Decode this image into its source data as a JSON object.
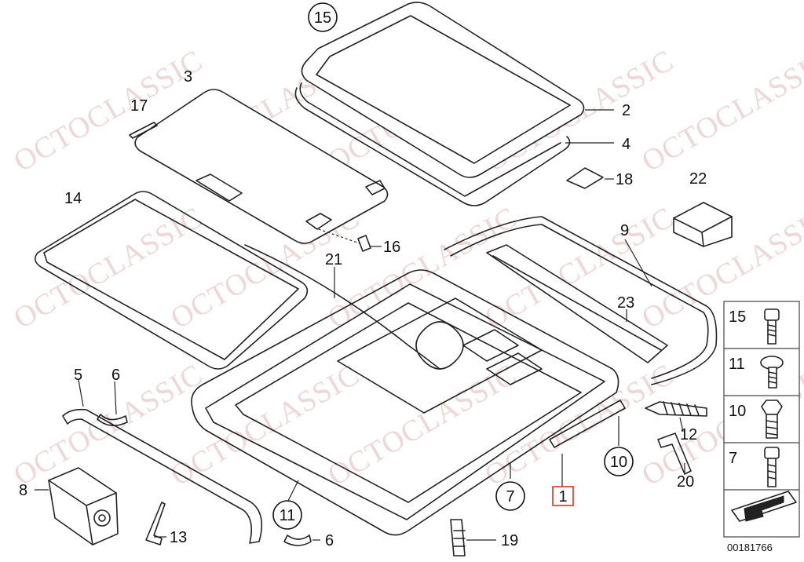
{
  "watermark": "OCTOCLASSIC",
  "diagram_id": "00181766",
  "callouts": {
    "p1": "1",
    "p2": "2",
    "p3": "3",
    "p4": "4",
    "p5": "5",
    "p6a": "6",
    "p6b": "6",
    "p7": "7",
    "p8": "8",
    "p9": "9",
    "p10": "10",
    "p11": "11",
    "p12": "12",
    "p13": "13",
    "p14": "14",
    "p15": "15",
    "p16": "16",
    "p17": "17",
    "p18": "18",
    "p19": "19",
    "p20": "20",
    "p21": "21",
    "p22": "22",
    "p23": "23"
  },
  "legend": {
    "rows": [
      "15",
      "11",
      "10",
      "7"
    ]
  },
  "colors": {
    "highlight": "#e0301e",
    "watermark": "#d29696"
  }
}
